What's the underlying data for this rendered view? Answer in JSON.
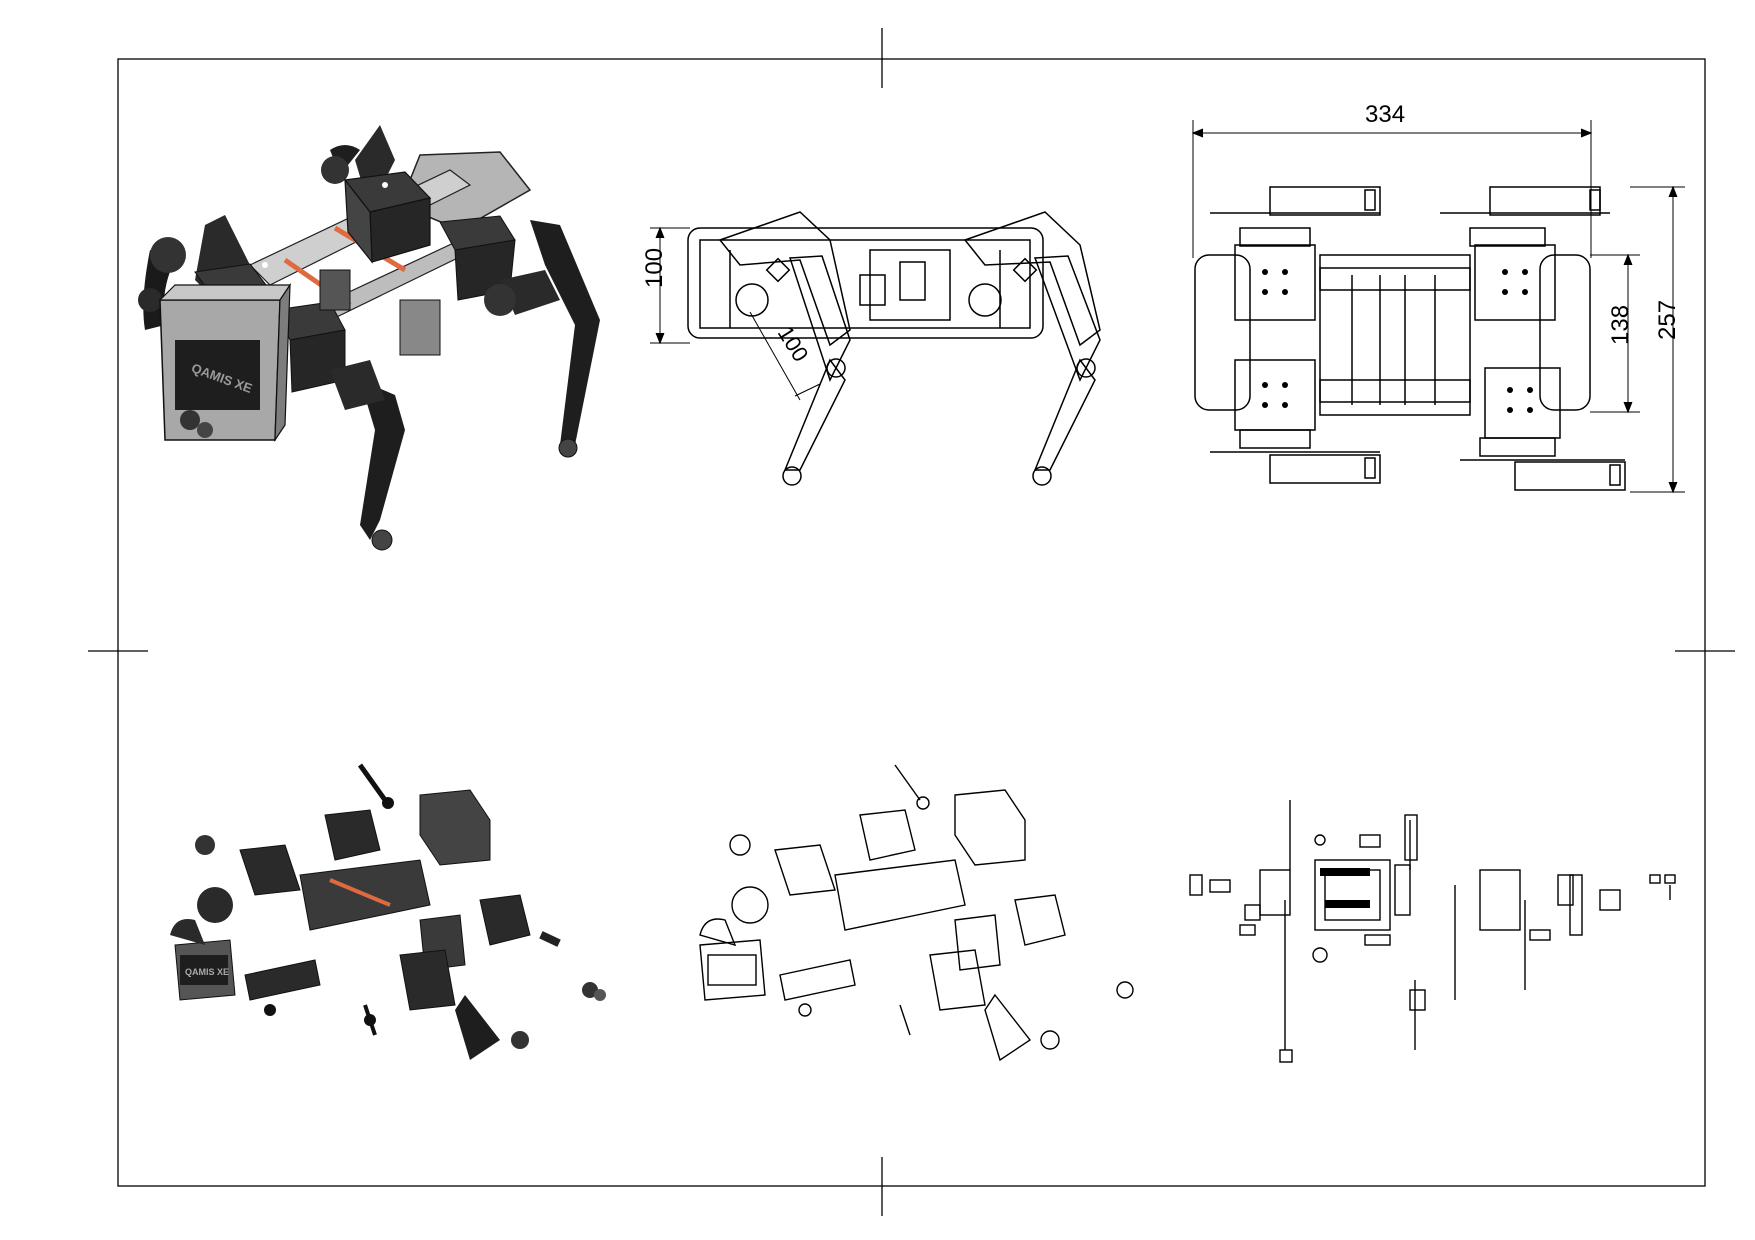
{
  "drawing": {
    "dimensions": {
      "front_height": "100",
      "front_link": "100",
      "top_width": "334",
      "top_inner_height": "138",
      "top_overall_height": "257"
    },
    "labels": {
      "body_logo_iso": "QAMIS XE",
      "body_logo_explode": "QAMIS XE"
    }
  },
  "colors": {
    "line": "#000000",
    "dark_part": "#2a2a2a",
    "mid_part": "#5a5a5a",
    "light_part": "#b5b5b5",
    "accent_rod": "#e06a3f"
  }
}
